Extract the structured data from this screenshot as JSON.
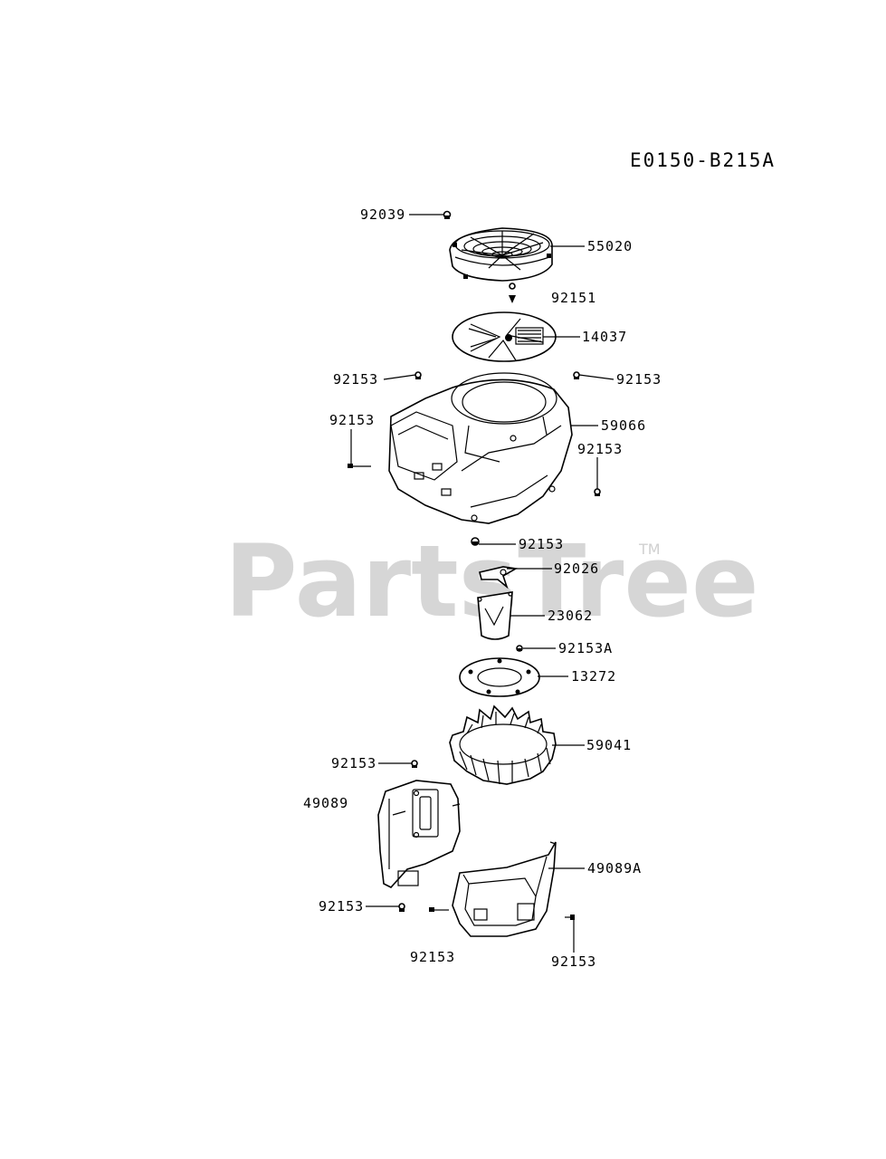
{
  "diagram_code": "E0150-B215A",
  "watermark": "PartsTree",
  "trademark": "TM",
  "callouts": [
    {
      "id": "c92039",
      "text": "92039"
    },
    {
      "id": "c55020",
      "text": "55020"
    },
    {
      "id": "c92151",
      "text": "92151"
    },
    {
      "id": "c14037",
      "text": "14037"
    },
    {
      "id": "c92153a",
      "text": "92153"
    },
    {
      "id": "c92153b",
      "text": "92153"
    },
    {
      "id": "c92153c",
      "text": "92153"
    },
    {
      "id": "c59066",
      "text": "59066"
    },
    {
      "id": "c92153d",
      "text": "92153"
    },
    {
      "id": "c92153e",
      "text": "92153"
    },
    {
      "id": "c92026",
      "text": "92026"
    },
    {
      "id": "c23062",
      "text": "23062"
    },
    {
      "id": "c92153A",
      "text": "92153A"
    },
    {
      "id": "c13272",
      "text": "13272"
    },
    {
      "id": "c59041",
      "text": "59041"
    },
    {
      "id": "c92153f",
      "text": "92153"
    },
    {
      "id": "c49089",
      "text": "49089"
    },
    {
      "id": "c49089A",
      "text": "49089A"
    },
    {
      "id": "c92153g",
      "text": "92153"
    },
    {
      "id": "c92153h",
      "text": "92153"
    },
    {
      "id": "c92153i",
      "text": "92153"
    }
  ]
}
